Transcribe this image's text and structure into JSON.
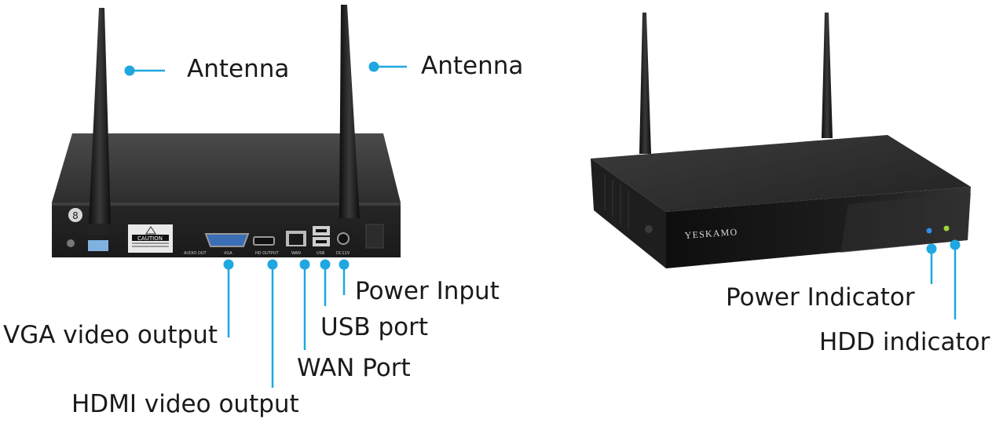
{
  "colors": {
    "callout": "#1fa7e0",
    "device_body": "#2b2b2b",
    "device_top": "#3a3a3a",
    "antenna": "#1c1c1c",
    "label_text": "#1a1a1a",
    "power_led": "#2f8fe8",
    "hdd_led": "#9ad63a"
  },
  "rear_panel": {
    "labels": {
      "antenna_left": "Antenna",
      "antenna_right": "Antenna",
      "vga": "VGA video output",
      "hdmi": "HDMI video output",
      "wan": "WAN Port",
      "usb": "USB port",
      "power_input": "Power Input"
    },
    "sticker": "CAUTION",
    "port_labels": {
      "audio": "AUDIO OUT",
      "vga": "VGA",
      "hdmi": "HD OUTPUT",
      "wan": "WAN",
      "usb": "USB",
      "dc": "DC12V"
    }
  },
  "front_view": {
    "brand": "YESKAMO",
    "labels": {
      "power_indicator": "Power Indicator",
      "hdd_indicator": "HDD indicator"
    }
  },
  "icons": [
    "antenna-icon",
    "caution-icon",
    "callout-dot-icon"
  ]
}
